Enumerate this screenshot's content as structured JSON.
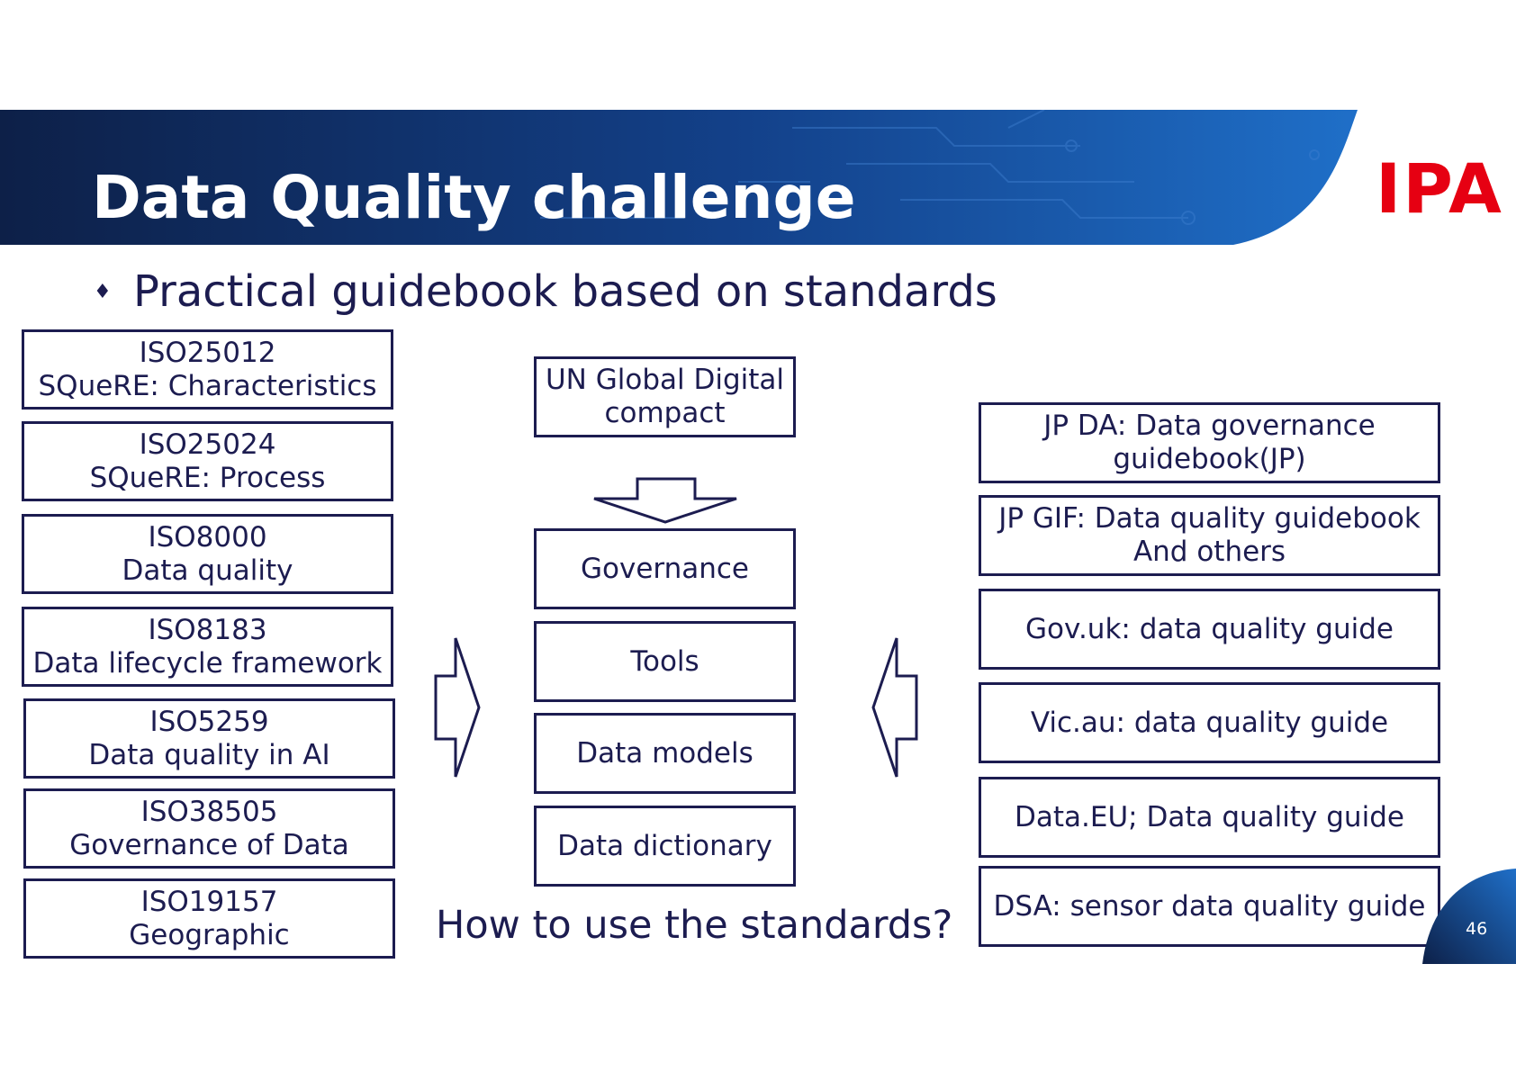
{
  "header": {
    "title": "Data Quality challenge",
    "logo": "IPA",
    "colors": {
      "banner_dark": "#0d2048",
      "banner_mid": "#13418a",
      "banner_light": "#1f6fc8",
      "logo": "#e60012",
      "ink": "#1c1c50"
    }
  },
  "subtitle": {
    "bullet": "♦",
    "text": "Practical guidebook based on standards"
  },
  "left_standards": [
    {
      "line1": "ISO25012",
      "line2": "SQueRE: Characteristics"
    },
    {
      "line1": "ISO25024",
      "line2": "SQueRE: Process"
    },
    {
      "line1": "ISO8000",
      "line2": "Data quality"
    },
    {
      "line1": "ISO8183",
      "line2": "Data lifecycle framework"
    },
    {
      "line1": "ISO5259",
      "line2": "Data quality in AI"
    },
    {
      "line1": "ISO38505",
      "line2": "Governance of Data"
    },
    {
      "line1": "ISO19157",
      "line2": "Geographic"
    }
  ],
  "center": {
    "top": {
      "line1": "UN Global Digital",
      "line2": "compact"
    },
    "items": [
      "Governance",
      "Tools",
      "Data models",
      "Data dictionary"
    ]
  },
  "right_guides": [
    {
      "line1": "JP DA: Data governance",
      "line2": "guidebook(JP)"
    },
    {
      "line1": "JP GIF: Data quality guidebook",
      "line2": "And others"
    },
    {
      "line1": "Gov.uk: data quality guide",
      "line2": ""
    },
    {
      "line1": "Vic.au: data quality guide",
      "line2": ""
    },
    {
      "line1": "Data.EU; Data quality guide",
      "line2": ""
    },
    {
      "line1": "DSA: sensor data quality guide",
      "line2": ""
    }
  ],
  "question": "How to use the standards?",
  "page_number": "46"
}
